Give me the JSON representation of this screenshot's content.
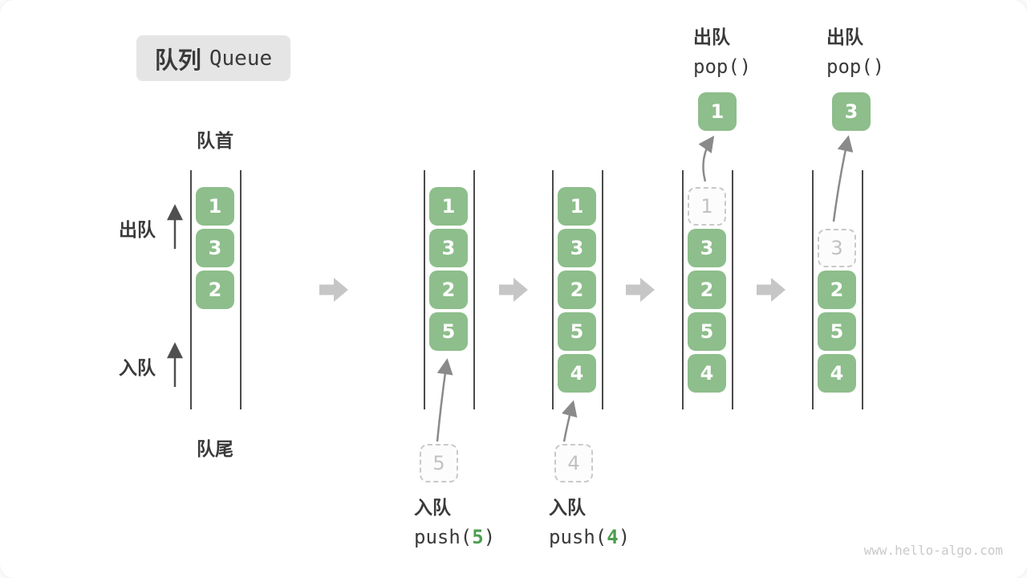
{
  "title": {
    "zh": "队列",
    "en": "Queue"
  },
  "labels": {
    "front": "队首",
    "rear": "队尾",
    "dequeue": "出队",
    "enqueue": "入队"
  },
  "states": [
    {
      "name": "state-1",
      "slots": [
        {
          "value": "1",
          "style": "filled"
        },
        {
          "value": "3",
          "style": "filled"
        },
        {
          "value": "2",
          "style": "filled"
        }
      ]
    },
    {
      "name": "state-2",
      "slots": [
        {
          "value": "1",
          "style": "filled"
        },
        {
          "value": "3",
          "style": "filled"
        },
        {
          "value": "2",
          "style": "filled"
        },
        {
          "value": "5",
          "style": "filled"
        }
      ]
    },
    {
      "name": "state-3",
      "slots": [
        {
          "value": "1",
          "style": "filled"
        },
        {
          "value": "3",
          "style": "filled"
        },
        {
          "value": "2",
          "style": "filled"
        },
        {
          "value": "5",
          "style": "filled"
        },
        {
          "value": "4",
          "style": "filled"
        }
      ]
    },
    {
      "name": "state-4",
      "slots": [
        {
          "value": "1",
          "style": "ghost"
        },
        {
          "value": "3",
          "style": "filled"
        },
        {
          "value": "2",
          "style": "filled"
        },
        {
          "value": "5",
          "style": "filled"
        },
        {
          "value": "4",
          "style": "filled"
        }
      ]
    },
    {
      "name": "state-5",
      "slots": [
        {
          "value": "",
          "style": "empty"
        },
        {
          "value": "3",
          "style": "ghost"
        },
        {
          "value": "2",
          "style": "filled"
        },
        {
          "value": "5",
          "style": "filled"
        },
        {
          "value": "4",
          "style": "filled"
        }
      ]
    }
  ],
  "operations": [
    {
      "kind": "enqueue",
      "label": "入队",
      "code_pre": "push(",
      "code_arg": "5",
      "code_post": ")",
      "staged_value": "5"
    },
    {
      "kind": "enqueue",
      "label": "入队",
      "code_pre": "push(",
      "code_arg": "4",
      "code_post": ")",
      "staged_value": "4"
    },
    {
      "kind": "dequeue",
      "label": "出队",
      "code": "pop()",
      "popped_value": "1"
    },
    {
      "kind": "dequeue",
      "label": "出队",
      "code": "pop()",
      "popped_value": "3"
    }
  ],
  "watermark": "www.hello-algo.com",
  "colors": {
    "box_green": "#8dbe8b",
    "code_arg_green": "#4e9d50",
    "ghost_border": "#c9c9c9",
    "ghost_text": "#c2c2c2",
    "column_line": "#4a4a4a",
    "block_arrow": "#c6c6c6",
    "curve_arrow": "#8a8a8a",
    "badge_bg": "#e5e5e5",
    "text": "#3a3a3a",
    "watermark": "#c9c9c9"
  }
}
